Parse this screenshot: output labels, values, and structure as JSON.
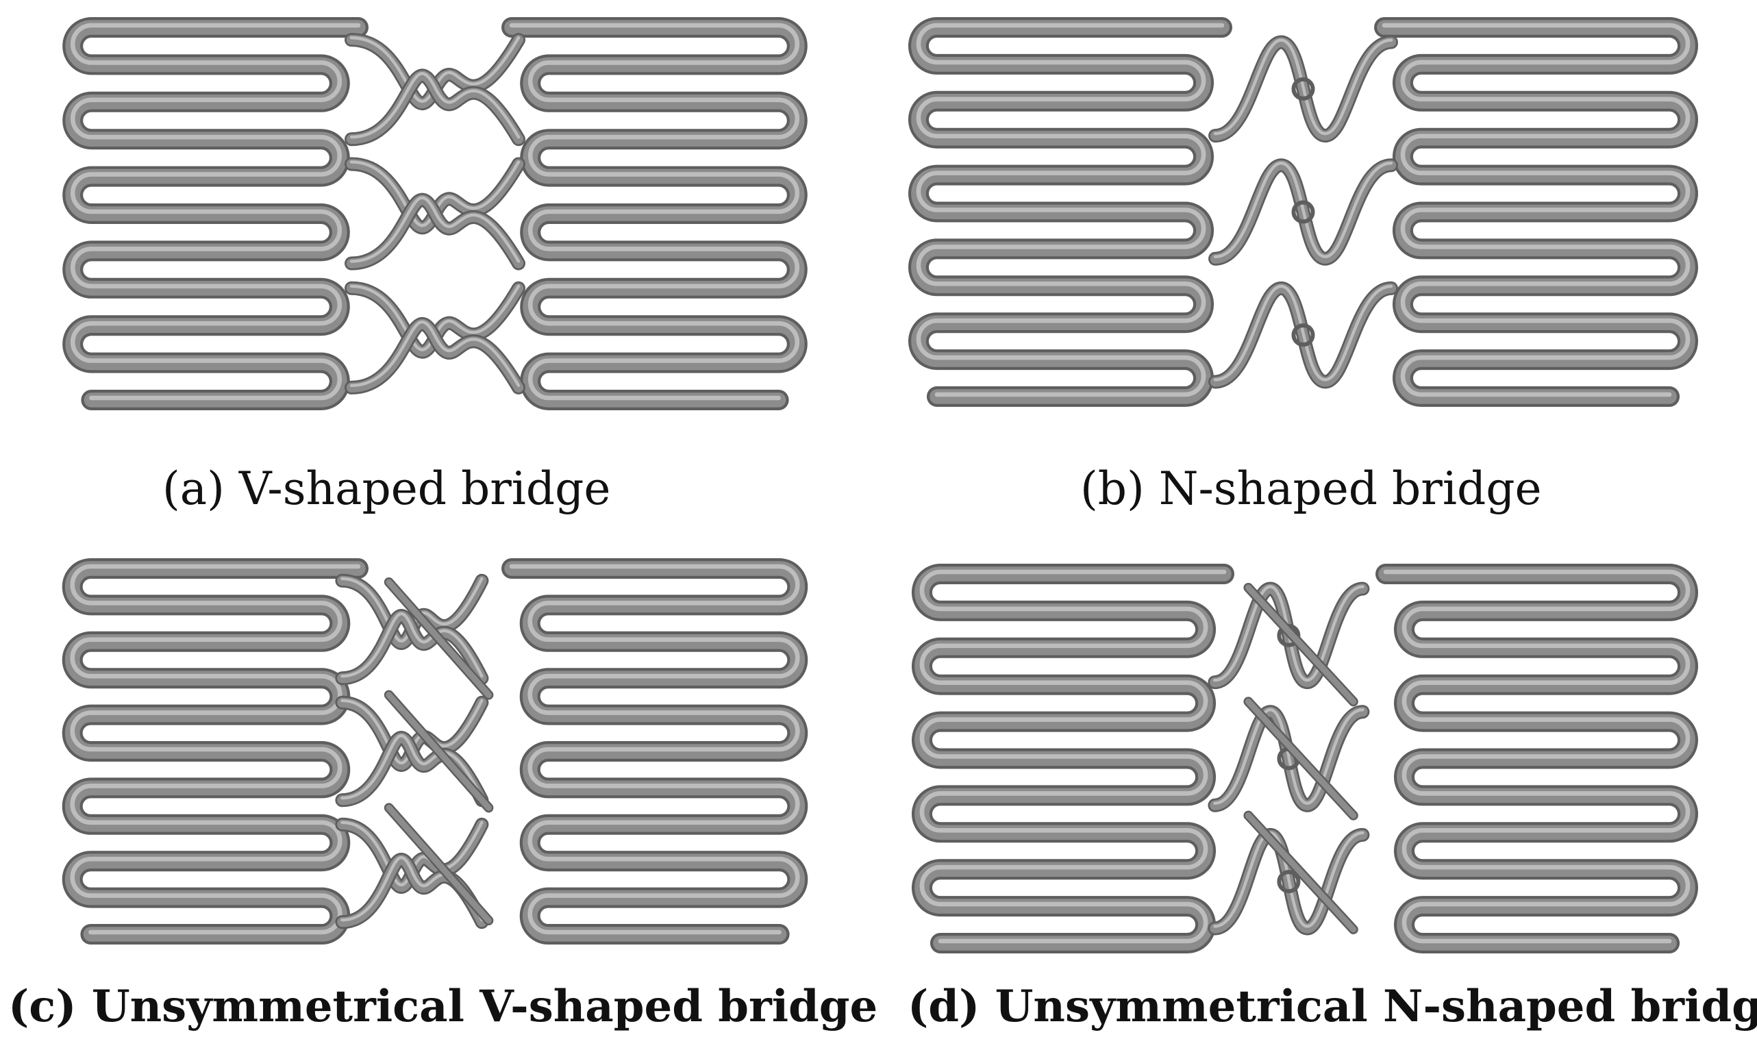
{
  "figure": {
    "captions": {
      "a": "(a) V-shaped bridge",
      "b": "(b) N-shaped bridge",
      "c": "(c) Unsymmetrical V-shaped bridge",
      "d": "(d) Unsymmetrical N-shaped bridge"
    },
    "panels": [
      {
        "id": "a",
        "bridge": "V-shaped",
        "symmetry": "symmetrical"
      },
      {
        "id": "b",
        "bridge": "N-shaped",
        "symmetry": "symmetrical"
      },
      {
        "id": "c",
        "bridge": "V-shaped",
        "symmetry": "unsymmetrical"
      },
      {
        "id": "d",
        "bridge": "N-shaped",
        "symmetry": "unsymmetrical"
      }
    ],
    "colors": {
      "strut_dark": "#5e5e5e",
      "strut_mid": "#8c8c8c",
      "strut_light": "#bdbdbd",
      "background": "#ffffff"
    }
  }
}
